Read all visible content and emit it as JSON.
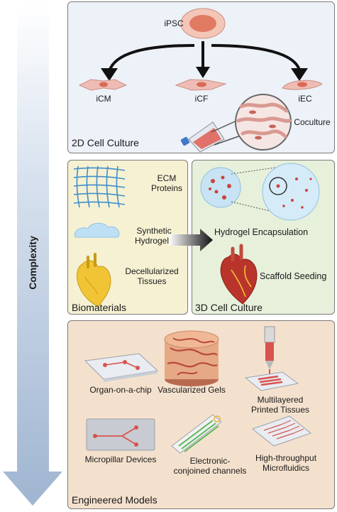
{
  "axis": {
    "label": "Complexity"
  },
  "panel_2d": {
    "title": "2D Cell Culture",
    "top_cell": "iPSC",
    "cells": [
      "iCM",
      "iCF",
      "iEC"
    ],
    "coculture": "Coculture"
  },
  "panel_bio": {
    "title": "Biomaterials",
    "items": [
      [
        "ECM",
        "Proteins"
      ],
      [
        "Synthetic",
        "Hydrogels"
      ],
      [
        "Decellularized",
        "Tissues"
      ]
    ]
  },
  "panel_3d": {
    "title": "3D Cell Culture",
    "items": [
      "Hydrogel Encapsulation",
      "Scaffold Seeding"
    ]
  },
  "panel_eng": {
    "title": "Engineered Models",
    "items": [
      [
        "Organ-on-a-chip"
      ],
      [
        "Vascularized Gels"
      ],
      [
        "Multilayered",
        "Printed Tissues"
      ],
      [
        "Micropillar Devices"
      ],
      [
        "Electronic-",
        "conjoined channels"
      ],
      [
        "High-throughput",
        "Microfluidics"
      ]
    ]
  },
  "colors": {
    "panel_2d_bg": "#edf1f8",
    "panel_bio_bg": "#f6f1d3",
    "panel_3d_bg": "#e7f0da",
    "panel_eng_bg": "#f4e1cd",
    "arrow": "#b9c9de",
    "cell_pink": "#e8a9a6",
    "heart_red": "#b9342a",
    "hydrogel_blue": "#a8d3ef"
  }
}
